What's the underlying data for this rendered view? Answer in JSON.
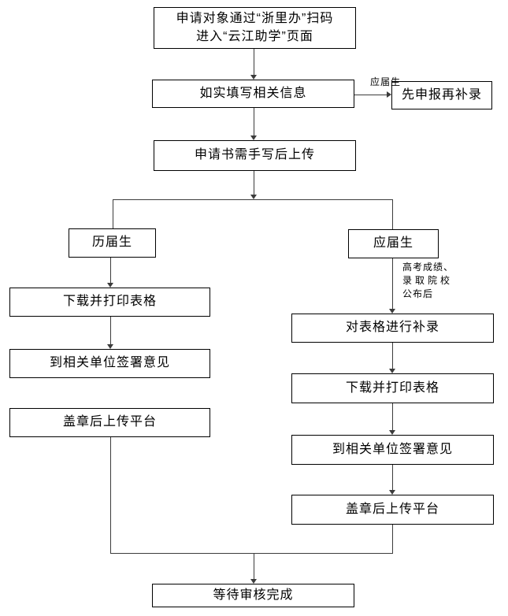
{
  "page": {
    "background": "#ffffff",
    "line_color": "#3c3c3c",
    "border_color": "#000000",
    "text_color": "#000000"
  },
  "nodes": {
    "start_line1": "申请对象通过“浙里办”扫码",
    "start_line2": "进入“云江助学”页面",
    "fill_info": "如实填写相关信息",
    "fresh_edge_label": "应届生",
    "pre_declare": "先申报再补录",
    "handwrite_upload": "申请书需手写后上传",
    "former_graduate": "历届生",
    "fresh_graduate": "应届生",
    "left_steps": [
      "下载并打印表格",
      "到相关单位签署意见",
      "盖章后上传平台"
    ],
    "right_steps": [
      "对表格进行补录",
      "下载并打印表格",
      "到相关单位签署意见",
      "盖章后上传平台"
    ],
    "annotation_line1": "高考成绩、",
    "annotation_line2": "录取院校",
    "annotation_line3": "公布后",
    "end": "等待审核完成"
  }
}
